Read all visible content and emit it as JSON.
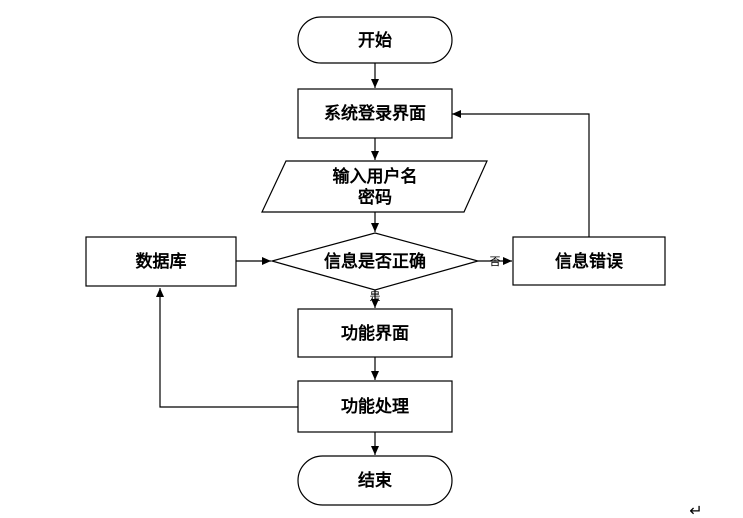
{
  "nodes": {
    "start": "开始",
    "login": "系统登录界面",
    "input_line1": "输入用户名",
    "input_line2": "密码",
    "decision": "信息是否正确",
    "error": "信息错误",
    "database": "数据库",
    "function_ui": "功能界面",
    "function_proc": "功能处理",
    "end": "结束"
  },
  "edge_labels": {
    "no": "否",
    "yes": "是"
  },
  "corner_mark": "↵"
}
